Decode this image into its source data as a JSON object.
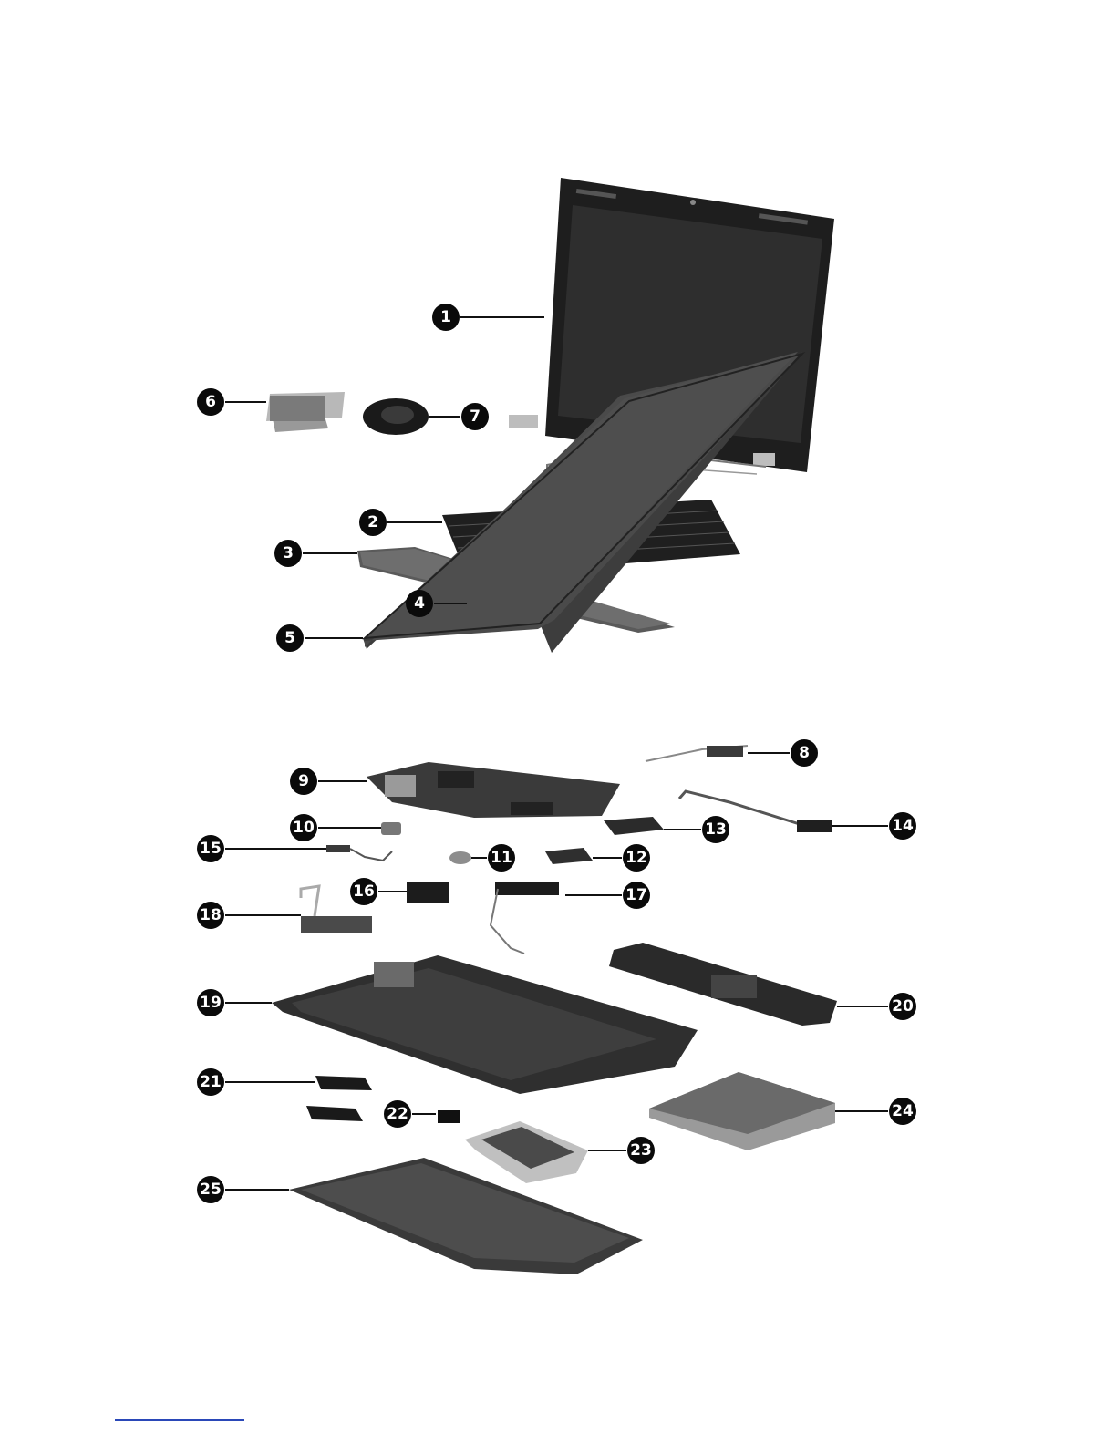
{
  "callouts": [
    {
      "id": "1",
      "label": "1"
    },
    {
      "id": "2",
      "label": "2"
    },
    {
      "id": "3",
      "label": "3"
    },
    {
      "id": "4",
      "label": "4"
    },
    {
      "id": "5",
      "label": "5"
    },
    {
      "id": "6",
      "label": "6"
    },
    {
      "id": "7",
      "label": "7"
    },
    {
      "id": "8",
      "label": "8"
    },
    {
      "id": "9",
      "label": "9"
    },
    {
      "id": "10",
      "label": "10"
    },
    {
      "id": "11",
      "label": "11"
    },
    {
      "id": "12",
      "label": "12"
    },
    {
      "id": "13",
      "label": "13"
    },
    {
      "id": "14",
      "label": "14"
    },
    {
      "id": "15",
      "label": "15"
    },
    {
      "id": "16",
      "label": "16"
    },
    {
      "id": "17",
      "label": "17"
    },
    {
      "id": "18",
      "label": "18"
    },
    {
      "id": "19",
      "label": "19"
    },
    {
      "id": "20",
      "label": "20"
    },
    {
      "id": "21",
      "label": "21"
    },
    {
      "id": "22",
      "label": "22"
    },
    {
      "id": "23",
      "label": "23"
    },
    {
      "id": "24",
      "label": "24"
    },
    {
      "id": "25",
      "label": "25"
    }
  ],
  "colors": {
    "part_dark": "#1c1c1c",
    "part_mid": "#4a4a4a",
    "part_light": "#9a9a9a",
    "silver": "#c8c8c8",
    "footer_link": "#2a48b8"
  }
}
